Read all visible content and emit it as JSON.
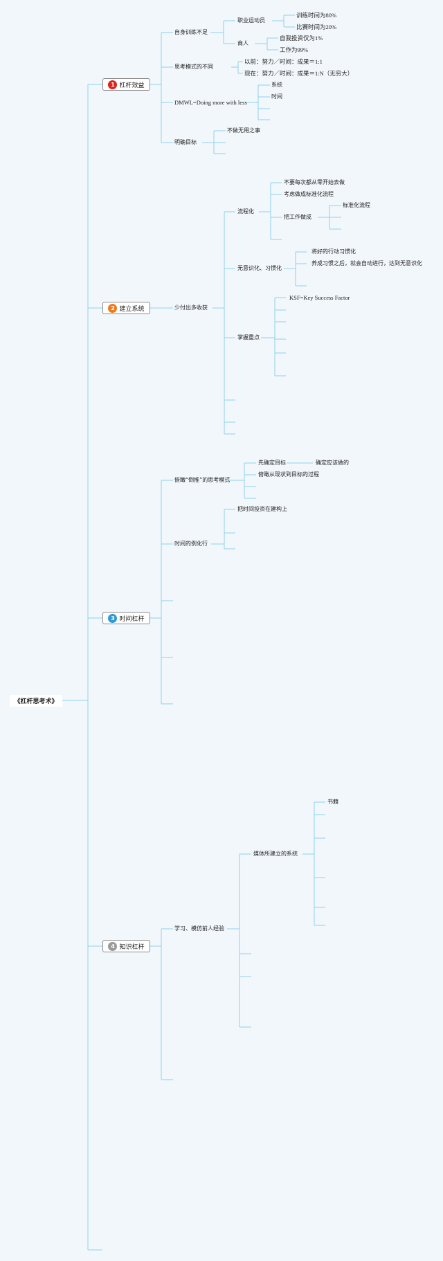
{
  "root": "《杠杆思考术》",
  "colors": {
    "line": "#8fd0ec",
    "n1": "#d9251c",
    "n2": "#ee7a1d",
    "n3": "#2b9bd6",
    "n4": "#9a9a9a"
  },
  "branches": [
    {
      "num": "1",
      "label": "杠杆效益",
      "children": [
        {
          "label": "自身训练不足",
          "children": [
            {
              "label": "职业运动员",
              "children": [
                {
                  "label": "训练时间为80%"
                },
                {
                  "label": "比赛时间为20%"
                }
              ]
            },
            {
              "label": "商人",
              "children": [
                {
                  "label": "自我投资仅为1%"
                },
                {
                  "label": "工作为99%"
                }
              ]
            }
          ]
        },
        {
          "label": "思考模式的不同",
          "children": [
            {
              "label": "以前：努力／时间：成果＝1:1"
            },
            {
              "label": "现在：努力／时间：成果＝1:N（无穷大）"
            }
          ]
        },
        {
          "label": "DMWL=Doing more with less",
          "children": [
            {
              "label": "系统"
            },
            {
              "label": "时间"
            },
            {
              "label": ""
            },
            {
              "label": ""
            }
          ]
        },
        {
          "label": "明确目标",
          "children": [
            {
              "label": "不做无用之事"
            },
            {
              "label": ""
            },
            {
              "label": ""
            }
          ]
        }
      ]
    },
    {
      "num": "2",
      "label": "建立系统",
      "children": [
        {
          "label": "少付出多收获",
          "children": [
            {
              "label": "流程化",
              "children": [
                {
                  "label": "不要每次都从零开始去做"
                },
                {
                  "label": "考虑做成标准化流程"
                },
                {
                  "label": "把工作做成",
                  "children": [
                    {
                      "label": "标准化流程"
                    },
                    {
                      "label": ""
                    },
                    {
                      "label": ""
                    }
                  ]
                },
                {
                  "label": ""
                }
              ]
            },
            {
              "label": "无意识化、习惯化",
              "children": [
                {
                  "label": "将好的行动习惯化"
                },
                {
                  "label": "养成习惯之后，就会自动进行，达到无意识化"
                },
                {
                  "label": ""
                }
              ]
            },
            {
              "label": "掌握重点",
              "children": [
                {
                  "label": "KSF=Key Success Factor"
                },
                {
                  "label": ""
                },
                {
                  "label": ""
                },
                {
                  "label": ""
                },
                {
                  "label": ""
                },
                {
                  "label": ""
                }
              ]
            },
            {
              "label": ""
            },
            {
              "label": ""
            },
            {
              "label": ""
            }
          ]
        }
      ]
    },
    {
      "num": "3",
      "label": "时间杠杆",
      "children": [
        {
          "label": "俯瞰“倒推”的思考模式",
          "children": [
            {
              "label": "先确定目标",
              "children": [
                {
                  "label": "确定应该做的"
                }
              ]
            },
            {
              "label": "俯瞰从现状到目标的过程"
            },
            {
              "label": ""
            },
            {
              "label": ""
            }
          ]
        },
        {
          "label": "时间的例化行",
          "children": [
            {
              "label": "把时间投资在建构上"
            },
            {
              "label": ""
            },
            {
              "label": ""
            }
          ]
        },
        {
          "label": ""
        },
        {
          "label": ""
        },
        {
          "label": ""
        }
      ]
    },
    {
      "num": "4",
      "label": "知识杠杆",
      "children": [
        {
          "label": "学习、模仿前人经验",
          "children": [
            {
              "label": "媒体所建立的系统",
              "children": [
                {
                  "label": "书籍"
                },
                {
                  "label": ""
                },
                {
                  "label": ""
                },
                {
                  "label": ""
                },
                {
                  "label": ""
                },
                {
                  "label": ""
                }
              ]
            },
            {
              "label": ""
            },
            {
              "label": ""
            },
            {
              "label": ""
            }
          ]
        },
        {
          "label": ""
        }
      ]
    }
  ],
  "tail": [
    {
      "label": ""
    }
  ]
}
